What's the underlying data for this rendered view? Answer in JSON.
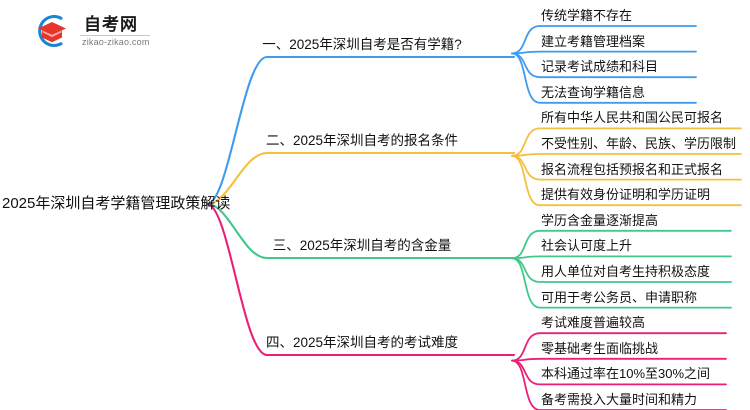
{
  "brand": {
    "title": "自考网",
    "url": "zikao-zikao.com",
    "mark_blue": "#1a86d0",
    "mark_red": "#e8352c"
  },
  "mindmap": {
    "root": {
      "label": "2025年深圳自考学籍管理政策解读"
    },
    "branches": [
      {
        "label": "一、2025年深圳自考是否有学籍?",
        "color": "#3d9bf0",
        "children": [
          {
            "label": "传统学籍不存在"
          },
          {
            "label": "建立考籍管理档案"
          },
          {
            "label": "记录考试成绩和科目"
          },
          {
            "label": "无法查询学籍信息"
          }
        ]
      },
      {
        "label": "二、2025年深圳自考的报名条件",
        "color": "#f5bf3f",
        "children": [
          {
            "label": "所有中华人民共和国公民可报名"
          },
          {
            "label": "不受性别、年龄、民族、学历限制"
          },
          {
            "label": "报名流程包括预报名和正式报名"
          },
          {
            "label": "提供有效身份证明和学历证明"
          }
        ]
      },
      {
        "label": "三、2025年深圳自考的含金量",
        "color": "#42c88c",
        "children": [
          {
            "label": "学历含金量逐渐提高"
          },
          {
            "label": "社会认可度上升"
          },
          {
            "label": "用人单位对自考生持积极态度"
          },
          {
            "label": "可用于考公务员、申请职称"
          }
        ]
      },
      {
        "label": "四、2025年深圳自考的考试难度",
        "color": "#ec1e79",
        "children": [
          {
            "label": "考试难度普遍较高"
          },
          {
            "label": "零基础考生面临挑战"
          },
          {
            "label": "本科通过率在10%至30%之间"
          },
          {
            "label": "备考需投入大量时间和精力"
          }
        ]
      }
    ]
  }
}
